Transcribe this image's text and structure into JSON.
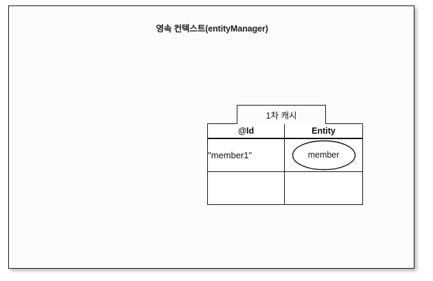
{
  "diagram": {
    "title": "영속 컨텍스트(entityManager)",
    "cache_box": {
      "label": "1차 캐시"
    },
    "table": {
      "headers": {
        "id": "@Id",
        "entity": "Entity"
      },
      "rows": [
        {
          "id": "\"member1\"",
          "entity": "member",
          "entity_shape": "ellipse"
        },
        {
          "id": "",
          "entity": "",
          "entity_shape": "none"
        }
      ]
    }
  },
  "colors": {
    "frame_border": "#1a1a1a",
    "frame_fill": "#fcfcfc",
    "table_border": "#151515",
    "table_fill": "#ffffff",
    "text": "#101010",
    "page_background": "#ffffff"
  }
}
